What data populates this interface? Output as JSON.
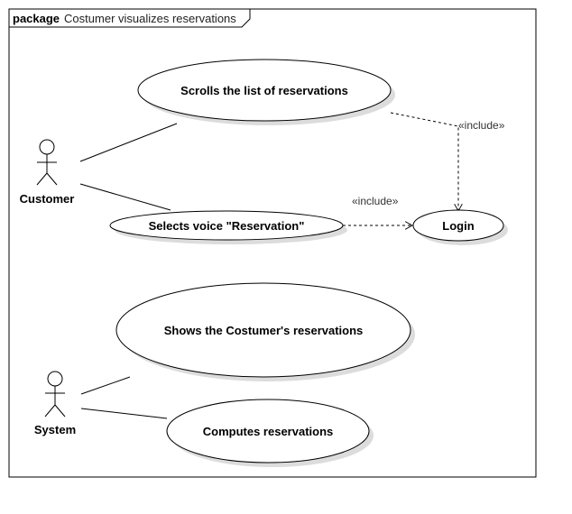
{
  "package": {
    "keyword": "package",
    "name": "Costumer visualizes reservations"
  },
  "actors": {
    "customer": "Customer",
    "system": "System"
  },
  "use_cases": {
    "scrolls": "Scrolls the list of reservations",
    "selects": "Selects voice \"Reservation\"",
    "login": "Login",
    "shows": "Shows the Costumer's reservations",
    "computes": "Computes reservations"
  },
  "relations": {
    "include_1": "«include»",
    "include_2": "«include»"
  },
  "colors": {
    "line": "#000000",
    "shadow": "#dcdcdc",
    "fill": "#ffffff"
  }
}
